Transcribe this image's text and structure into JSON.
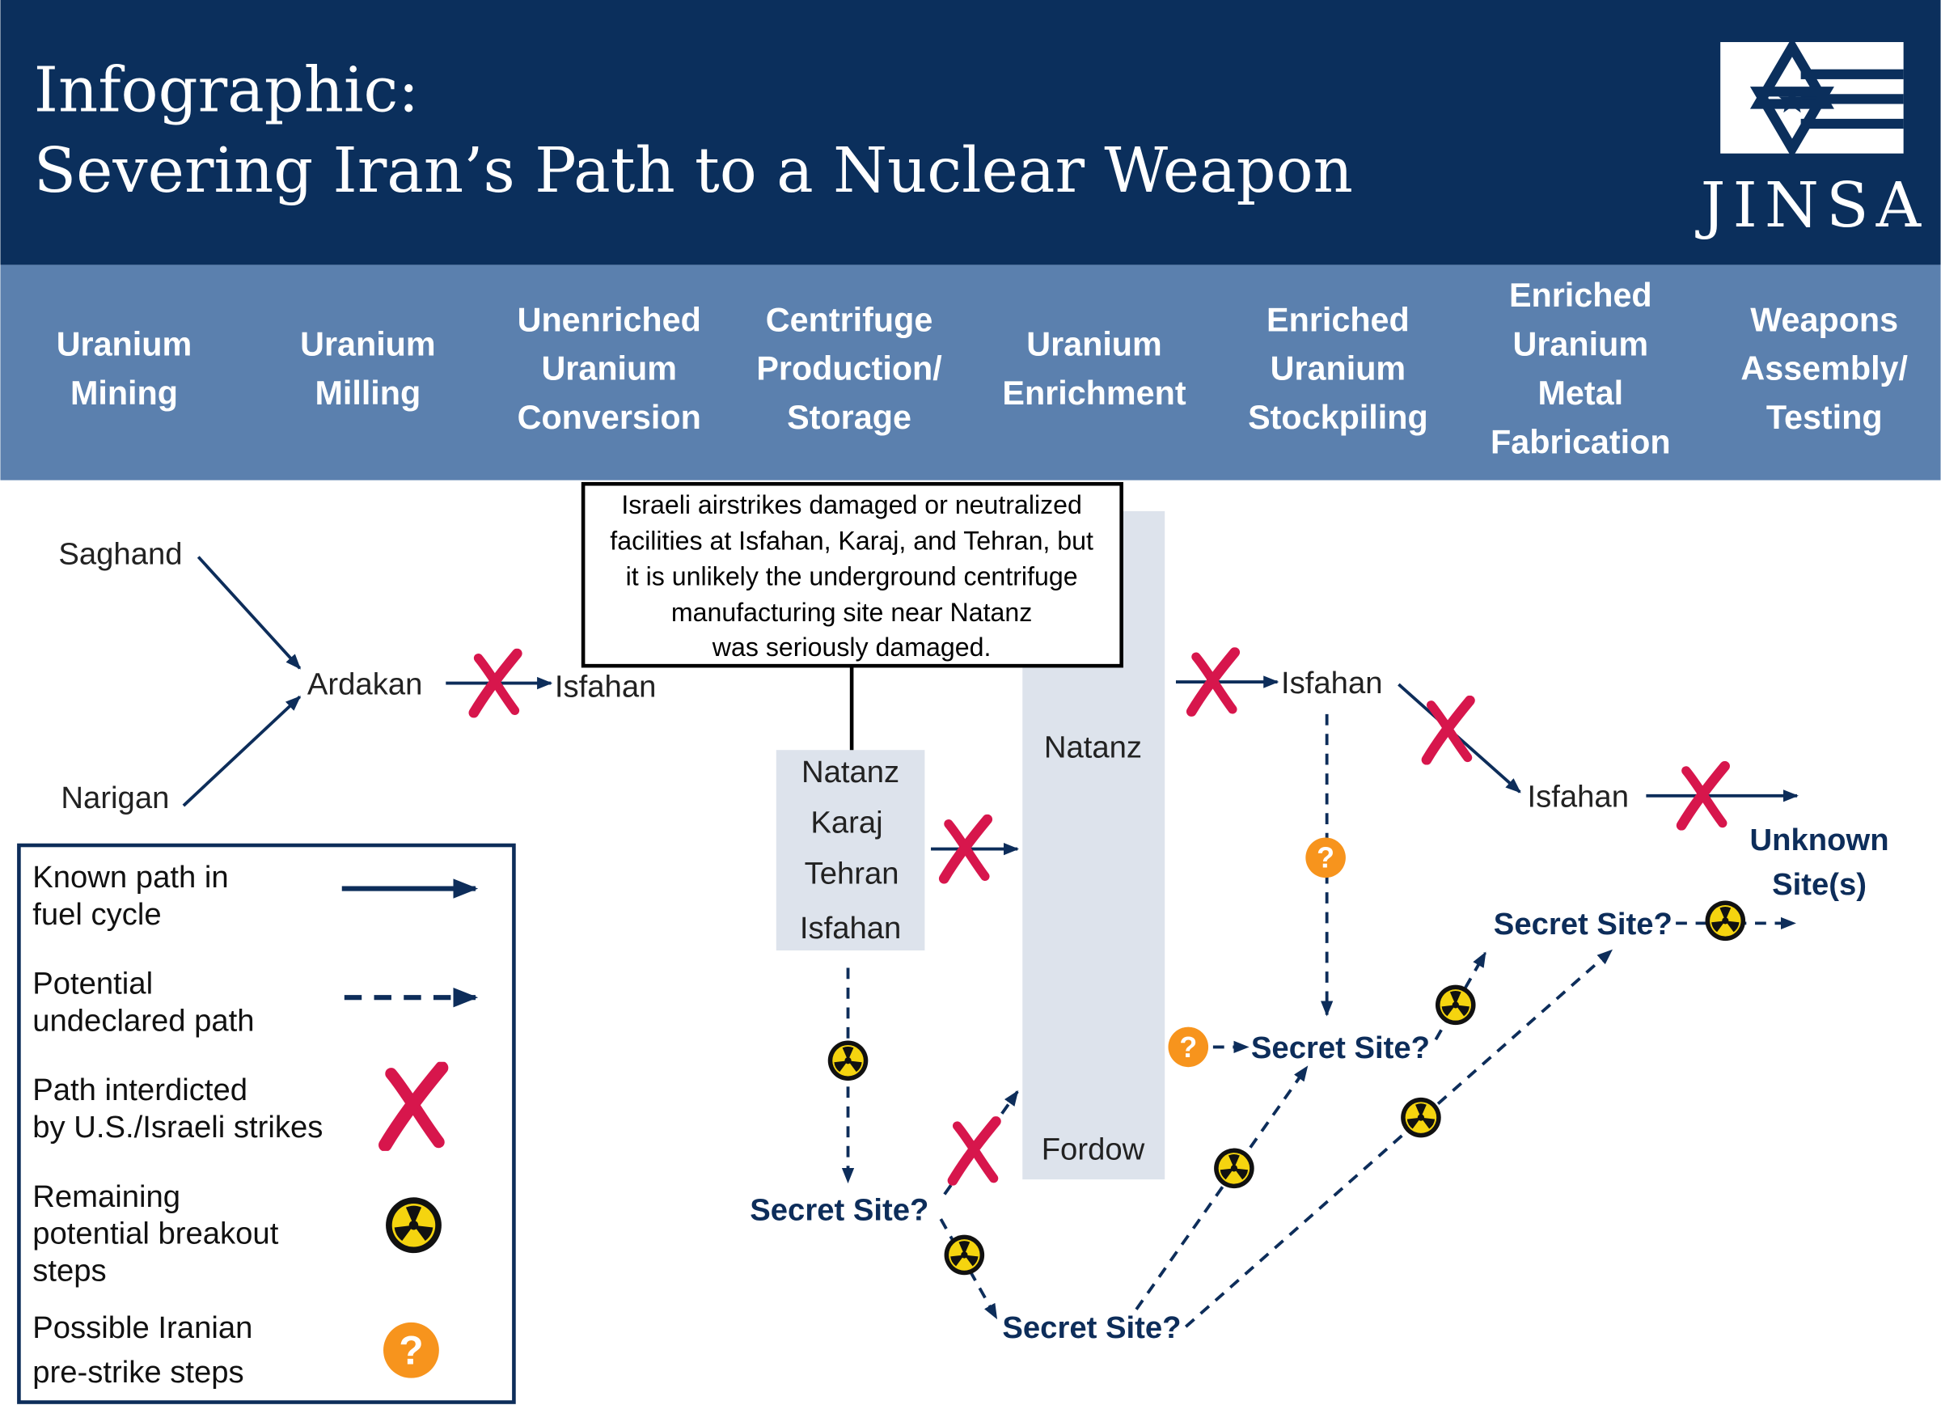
{
  "header": {
    "title_line1": "Infographic:",
    "title_line2": "Severing Iran’s Path to a Nuclear Weapon",
    "logo_text": "JINSA"
  },
  "stages": [
    [
      "Uranium",
      "Mining"
    ],
    [
      "Uranium",
      "Milling"
    ],
    [
      "Unenriched",
      "Uranium",
      "Conversion"
    ],
    [
      "Centrifuge",
      "Production/",
      "Storage"
    ],
    [
      "Uranium",
      "Enrichment"
    ],
    [
      "Enriched",
      "Uranium",
      "Stockpiling"
    ],
    [
      "Enriched",
      "Uranium",
      "Metal",
      "Fabrication"
    ],
    [
      "Weapons",
      "Assembly/",
      "Testing"
    ]
  ],
  "sites": {
    "saghand": "Saghand",
    "narigan": "Narigan",
    "ardakan": "Ardakan",
    "isfahan_conversion": "Isfahan",
    "centrifuge_sites": [
      "Natanz",
      "Karaj",
      "Tehran",
      "Isfahan"
    ],
    "enrichment_top": "Natanz",
    "enrichment_bottom": "Fordow",
    "isfahan_stockpile": "Isfahan",
    "isfahan_metal": "Isfahan",
    "unknown": [
      "Unknown",
      "Site(s)"
    ],
    "secret_site": "Secret Site?"
  },
  "callout": {
    "lines": [
      "Israeli airstrikes damaged or neutralized",
      "facilities at Isfahan, Karaj, and Tehran, but",
      "it is unlikely the underground centrifuge",
      "manufacturing site near Natanz",
      "was seriously damaged."
    ]
  },
  "legend": {
    "items": [
      {
        "lines": [
          "Known path in",
          "fuel cycle"
        ],
        "icon": "solid-arrow"
      },
      {
        "lines": [
          "Potential",
          "undeclared path"
        ],
        "icon": "dashed-arrow"
      },
      {
        "lines": [
          "Path interdicted",
          "by U.S./Israeli strikes"
        ],
        "icon": "red-x"
      },
      {
        "lines": [
          "Remaining",
          "potential breakout",
          "steps"
        ],
        "icon": "radiation"
      },
      {
        "lines": [
          "Possible Iranian",
          "pre-strike steps"
        ],
        "icon": "question"
      }
    ]
  },
  "colors": {
    "header": "#0b2f5c",
    "band": "#5b80ae",
    "navy": "#0d2d5a",
    "strike_red": "#d7164c",
    "facility_box": "#dde3ec",
    "question_orange": "#f7941d",
    "radiation_yellow": "#f5d40f"
  }
}
